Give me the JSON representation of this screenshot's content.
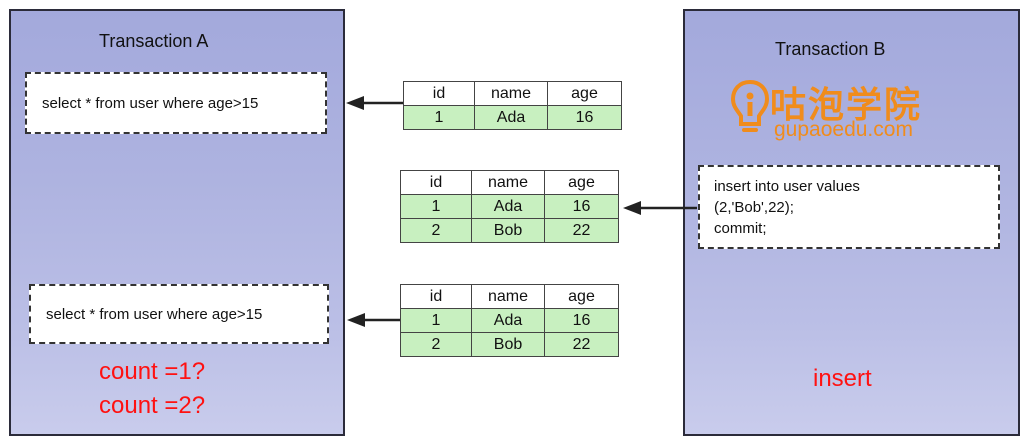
{
  "transaction_a": {
    "title": "Transaction A",
    "query1": "select * from user where age>15",
    "query2": "select * from user where age>15",
    "count_line1": "count =1?",
    "count_line2": "count =2?"
  },
  "transaction_b": {
    "title": "Transaction B",
    "insert_lines": [
      "insert into user values",
      "(2,'Bob',22);",
      "commit;"
    ],
    "label": "insert"
  },
  "logo": {
    "chinese": "咕泡学院",
    "domain": "gupaoedu.com"
  },
  "tables": [
    {
      "columns": [
        "id",
        "name",
        "age"
      ],
      "rows": [
        [
          "1",
          "Ada",
          "16"
        ]
      ]
    },
    {
      "columns": [
        "id",
        "name",
        "age"
      ],
      "rows": [
        [
          "1",
          "Ada",
          "16"
        ],
        [
          "2",
          "Bob",
          "22"
        ]
      ]
    },
    {
      "columns": [
        "id",
        "name",
        "age"
      ],
      "rows": [
        [
          "1",
          "Ada",
          "16"
        ],
        [
          "2",
          "Bob",
          "22"
        ]
      ]
    }
  ],
  "colors": {
    "panel": "#aeb3e0",
    "row": "#c8f0c0",
    "accent_red": "#ff1111",
    "logo_orange": "#f08c1c"
  }
}
